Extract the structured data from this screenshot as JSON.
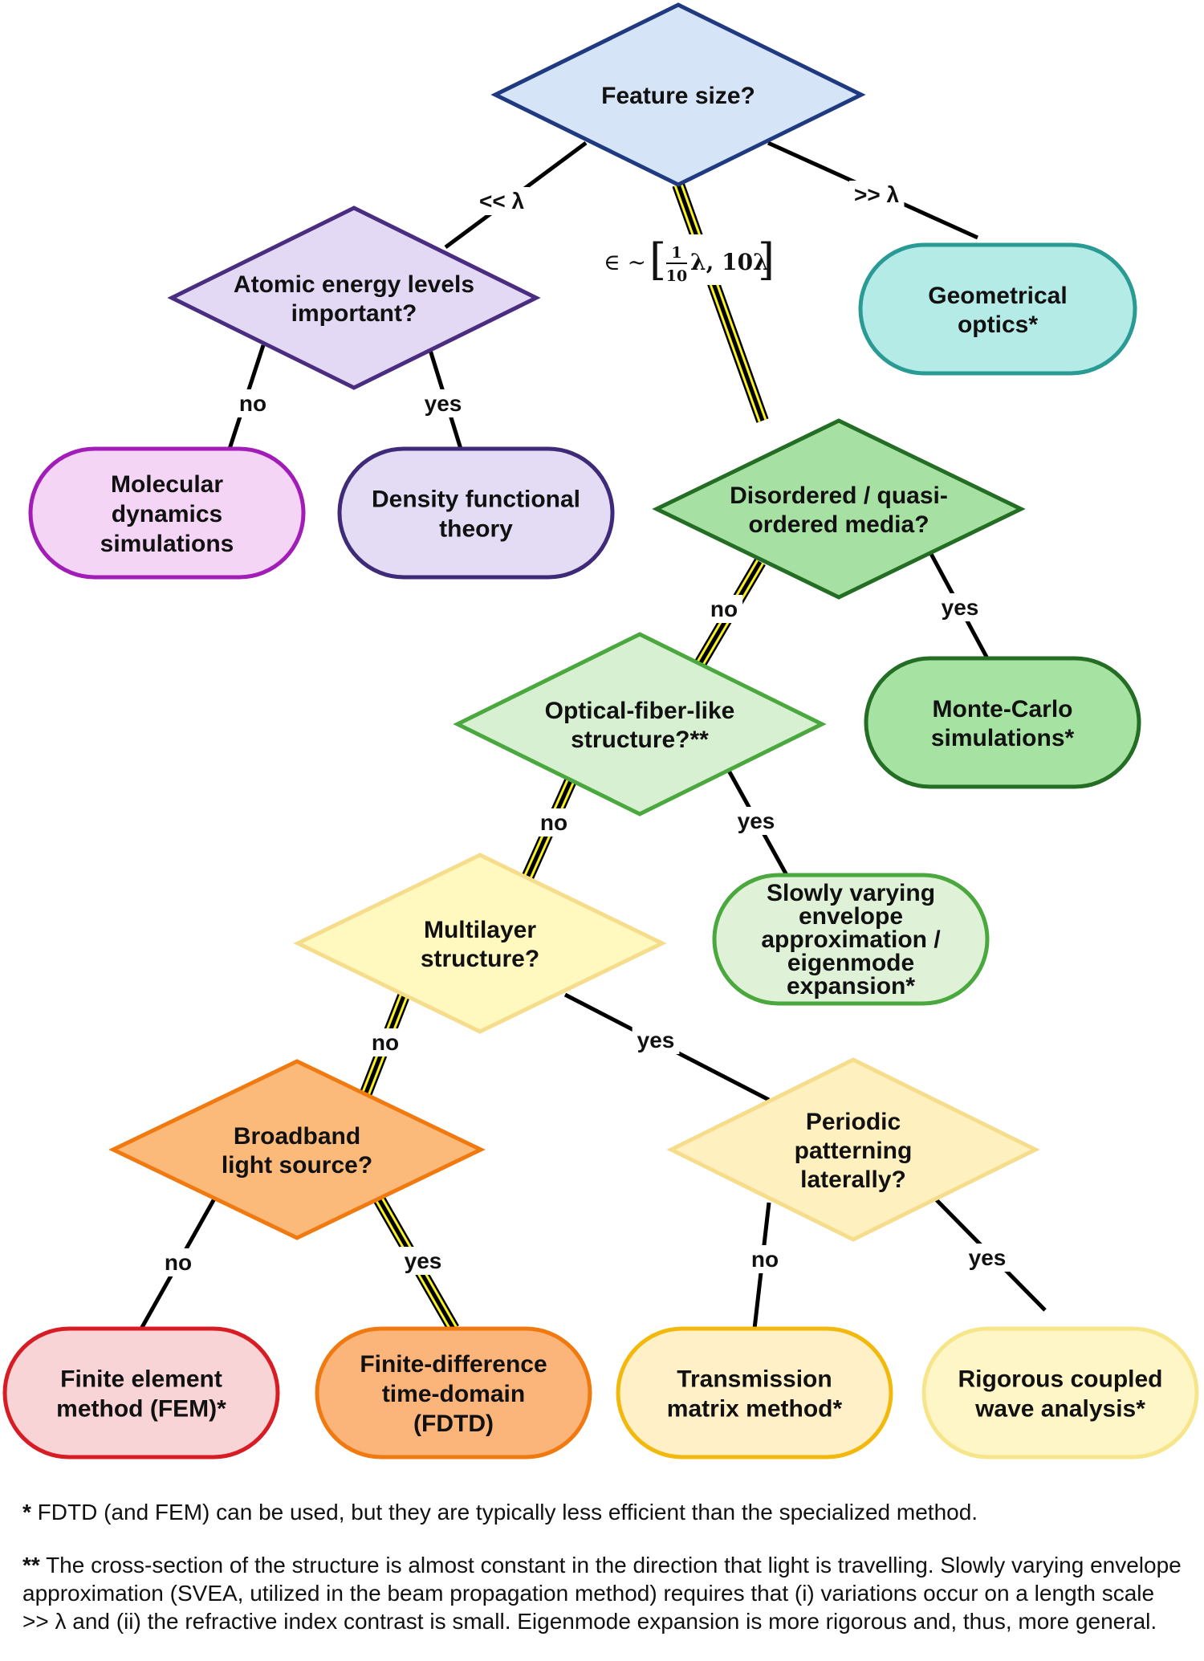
{
  "nodes": {
    "feature_size": {
      "lines": [
        "Feature size?"
      ]
    },
    "atomic": {
      "lines": [
        "Atomic energy levels",
        "important?"
      ]
    },
    "geometrical": {
      "lines": [
        "Geometrical",
        "optics*"
      ]
    },
    "molecular": {
      "lines": [
        "Molecular",
        "dynamics",
        "simulations"
      ]
    },
    "dft": {
      "lines": [
        "Density functional",
        "theory"
      ]
    },
    "disordered": {
      "lines": [
        "Disordered / quasi-",
        "ordered media?"
      ]
    },
    "montecarlo": {
      "lines": [
        "Monte-Carlo",
        "simulations*"
      ]
    },
    "fiber": {
      "lines": [
        "Optical-fiber-like",
        "structure?**"
      ]
    },
    "svea": {
      "lines": [
        "Slowly varying",
        "envelope",
        "approximation /",
        "eigenmode",
        "expansion*"
      ]
    },
    "multilayer": {
      "lines": [
        "Multilayer",
        "structure?"
      ]
    },
    "broadband": {
      "lines": [
        "Broadband",
        "light source?"
      ]
    },
    "periodic": {
      "lines": [
        "Periodic",
        "patterning",
        "laterally?"
      ]
    },
    "fem": {
      "lines": [
        "Finite element",
        "method (FEM)*"
      ]
    },
    "fdtd": {
      "lines": [
        "Finite-difference",
        "time-domain",
        "(FDTD)"
      ]
    },
    "tmm": {
      "lines": [
        "Transmission",
        "matrix method*"
      ]
    },
    "rcwa": {
      "lines": [
        "Rigorous coupled",
        "wave analysis*"
      ]
    }
  },
  "edges": {
    "small": "<< λ",
    "large": ">> λ",
    "range_symbol": "∈ ~",
    "range_numerator": "1",
    "range_denominator": "10",
    "range_mid": "λ, 10λ",
    "atomic_no": "no",
    "atomic_yes": "yes",
    "disordered_no": "no",
    "disordered_yes": "yes",
    "fiber_no": "no",
    "fiber_yes": "yes",
    "multilayer_no": "no",
    "multilayer_yes": "yes",
    "broadband_no": "no",
    "broadband_yes": "yes",
    "periodic_no": "no",
    "periodic_yes": "yes"
  },
  "footnotes": {
    "note1_mark": "*",
    "note1_text": " FDTD (and FEM) can be used, but they are typically less efficient than the specialized method.",
    "note2_mark": "**",
    "note2_text": " The cross-section of the structure is almost constant in the direction that light is travelling. Slowly varying envelope approximation (SVEA, utilized in the beam propagation method) requires that (i) variations occur on a length scale >> λ and (ii) the refractive index contrast is small. Eigenmode expansion is more rigorous and, thus, more general."
  },
  "colors": {
    "path_highlight": "#f7f023",
    "line": "#000000",
    "feature_size": {
      "fill": "#d6e4f8",
      "stroke": "#1f3a80"
    },
    "atomic": {
      "fill": "#e3d9f4",
      "stroke": "#4a2c80"
    },
    "geometrical": {
      "fill": "#b4ebe6",
      "stroke": "#2a9a94"
    },
    "molecular": {
      "fill": "#f4d5f6",
      "stroke": "#a21cb8"
    },
    "dft": {
      "fill": "#e3dcf4",
      "stroke": "#3e2a78"
    },
    "disordered": {
      "fill": "#a6e0a2",
      "stroke": "#236e24"
    },
    "montecarlo": {
      "fill": "#a6e2a2",
      "stroke": "#236e24"
    },
    "fiber": {
      "fill": "#d8f0d2",
      "stroke": "#4aa83e"
    },
    "svea": {
      "fill": "#dff2d8",
      "stroke": "#4aa83e"
    },
    "multilayer": {
      "fill": "#fff8bf",
      "stroke": "#f5dd8c"
    },
    "broadband": {
      "fill": "#fbb97a",
      "stroke": "#f07a10"
    },
    "periodic": {
      "fill": "#fff0c0",
      "stroke": "#f5dd8c"
    },
    "fem": {
      "fill": "#f8d4d6",
      "stroke": "#d81c24"
    },
    "fdtd": {
      "fill": "#fbb47a",
      "stroke": "#f07a10"
    },
    "tmm": {
      "fill": "#fff0c8",
      "stroke": "#f3b80c"
    },
    "rcwa": {
      "fill": "#fff6c8",
      "stroke": "#f7e58a"
    }
  }
}
